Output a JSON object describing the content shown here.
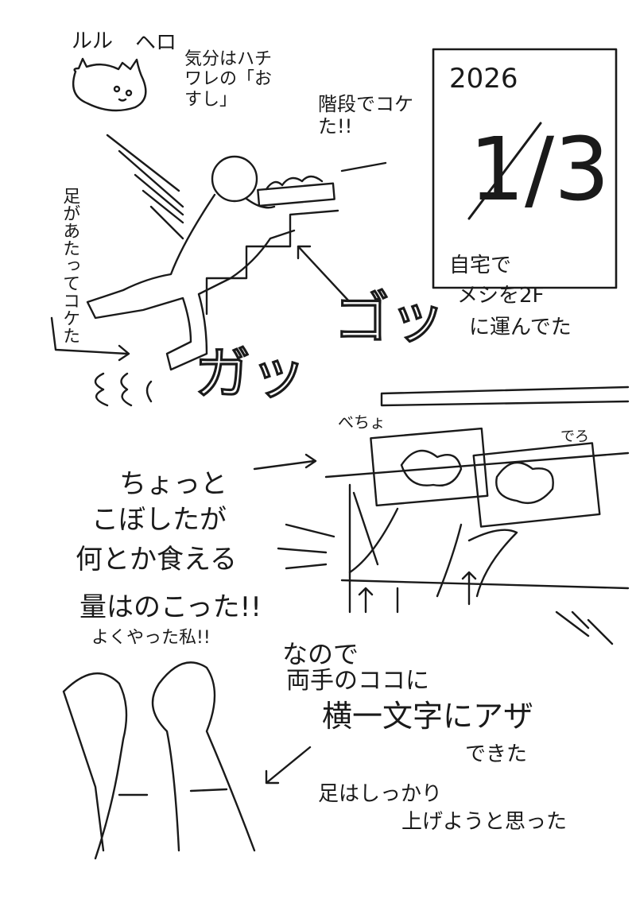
{
  "date": {
    "year": "2026",
    "month_day": "1/3"
  },
  "top": {
    "sfx_ruru": "ルル",
    "sfx_hero": "ヘロ",
    "caption": "気分はハチワレの「おすし」",
    "fell_on_stairs": "階段でコケた!!"
  },
  "left": {
    "caption": "足があたってコケた"
  },
  "right": {
    "caption_line1": "自宅で",
    "caption_line2": "メシを2F",
    "caption_line3": "に運んでた"
  },
  "sfx": {
    "go": "ゴッ",
    "ga": "ガッ",
    "bechya": "べちょ",
    "dero": "でろ"
  },
  "middle": {
    "line1": "ちょっと",
    "line2": "こぼしたが",
    "line3": "何とか食える",
    "line4": "量はのこった!!",
    "line5": "よくやった私!!"
  },
  "bottom": {
    "line1": "なので",
    "line2": "両手のココに",
    "line3": "横一文字にアザ",
    "line4": "できた",
    "note_line1": "足はしっかり",
    "note_line2": "上げようと思った"
  }
}
